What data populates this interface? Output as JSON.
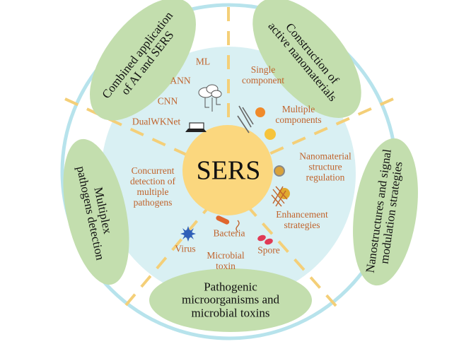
{
  "center": {
    "label": "SERS"
  },
  "sections": [
    {
      "id": "ai",
      "label_lines": [
        "Combined application",
        "of AI and SERS"
      ]
    },
    {
      "id": "nano",
      "label_lines": [
        "Construction of",
        "active nanomaterials"
      ]
    },
    {
      "id": "signal",
      "label_lines": [
        "Nanostructures and signal",
        "modulation strategies"
      ]
    },
    {
      "id": "pathogen",
      "label_lines": [
        "Pathogenic",
        "microorganisms and",
        "microbial toxins"
      ]
    },
    {
      "id": "multiplex",
      "label_lines": [
        "Multiplex",
        "pathogens detection"
      ]
    }
  ],
  "inner": {
    "ml": "ML",
    "ann": "ANN",
    "cnn": "CNN",
    "dualwknet": "DualWKNet",
    "single": [
      "Single",
      "component"
    ],
    "multiple": [
      "Multiple",
      "components"
    ],
    "structure": [
      "Nanomaterial",
      "structure",
      "regulation"
    ],
    "enhancement": [
      "Enhancement",
      "strategies"
    ],
    "spore": "Spore",
    "bacteria": "Bacteria",
    "virus": "Virus",
    "toxin": [
      "Microbial",
      "toxin"
    ],
    "concurrent": [
      "Concurrent",
      "detection of",
      "multiple",
      "pathogens"
    ]
  },
  "colors": {
    "ring_fill": "#ffffff",
    "ring_stroke": "#b7e3ec",
    "inner_fill": "#d9f0f3",
    "core_fill": "#fbd77e",
    "section_fill": "#c3deae",
    "divider": "#f4cf78",
    "inner_text": "#c0632c"
  },
  "icons": [
    "cloud-network-icon",
    "laptop-icon",
    "nanorod-icon",
    "nanosphere-icon",
    "nanoparticle-icon",
    "core-shell-icon",
    "nanowire-mesh-icon",
    "bacteria-icon",
    "virus-icon",
    "spore-icon"
  ]
}
